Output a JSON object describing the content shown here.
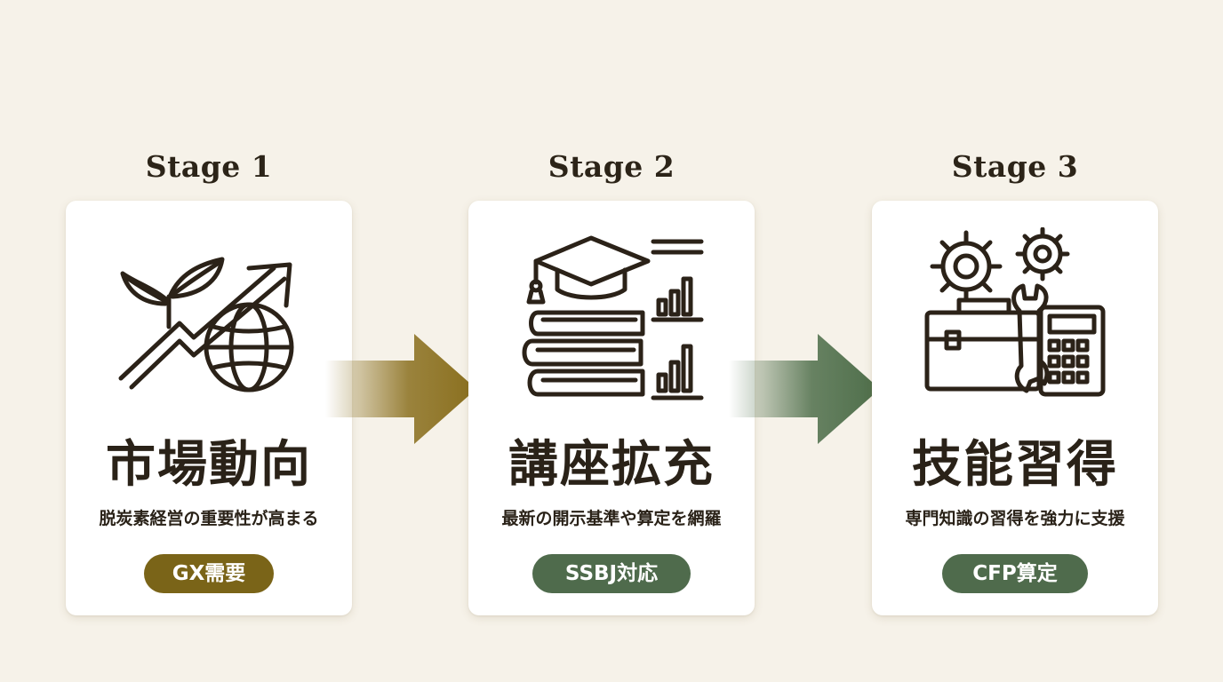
{
  "stages": [
    {
      "stage_label": "Stage 1",
      "title": "市場動向",
      "description": "脱炭素経営の重要性が高まる",
      "badge": "GX需要",
      "badge_color": "#7a6418",
      "icon": "leaf-growth-arrow-globe-icon"
    },
    {
      "stage_label": "Stage 2",
      "title": "講座拡充",
      "description": "最新の開示基準や算定を網羅",
      "badge": "SSBJ対応",
      "badge_color": "#4f6b4c",
      "icon": "graduation-cap-books-chart-icon"
    },
    {
      "stage_label": "Stage 3",
      "title": "技能習得",
      "description": "専門知識の習得を強力に支援",
      "badge": "CFP算定",
      "badge_color": "#4f6b4c",
      "icon": "gears-toolbox-calculator-icon"
    }
  ],
  "arrows": [
    {
      "color": "#8a6f1e",
      "icon": "right-arrow-icon"
    },
    {
      "color": "#4e6e4a",
      "icon": "right-arrow-icon"
    }
  ],
  "colors": {
    "background": "#f6f2e9",
    "card": "#ffffff",
    "text": "#2a2218",
    "icon_stroke": "#2b2218"
  }
}
